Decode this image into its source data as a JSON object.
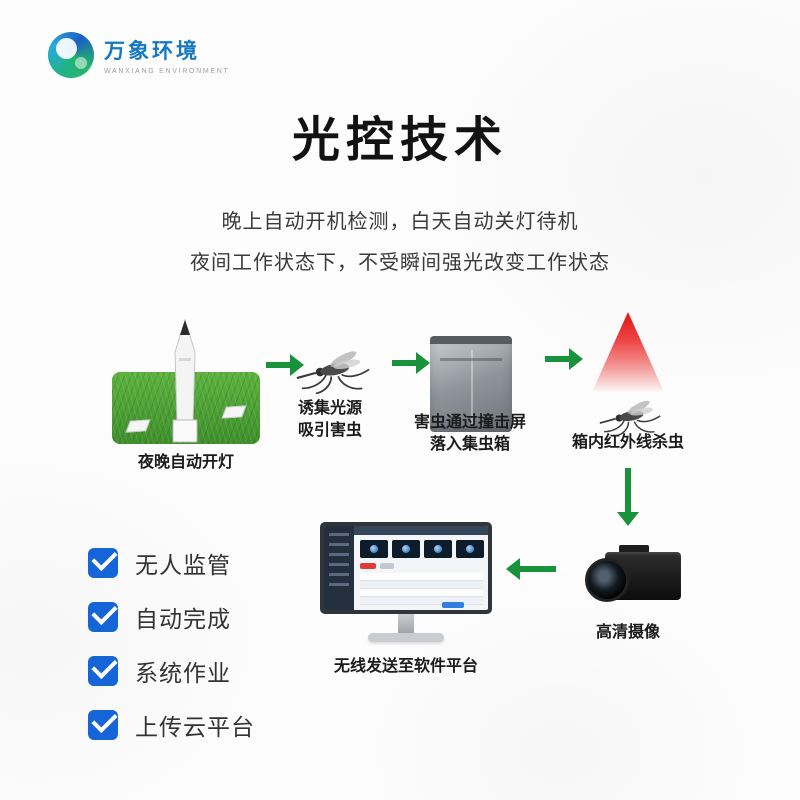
{
  "logo": {
    "name": "万象环境",
    "subtitle": "WANXIANG ENVIRONMENT"
  },
  "title": "光控技术",
  "description": {
    "line1": "晚上自动开机检测，白天自动关灯待机",
    "line2": "夜间工作状态下，不受瞬间强光改变工作状态"
  },
  "flow": {
    "step1": {
      "label": "夜晚自动开灯"
    },
    "step2": {
      "line1": "诱集光源",
      "line2": "吸引害虫"
    },
    "step3": {
      "line1": "害虫通过撞击屏",
      "line2": "落入集虫箱"
    },
    "step4": {
      "label": "箱内红外线杀虫"
    },
    "camera": {
      "label": "高清摄像"
    },
    "platform": {
      "label": "无线发送至软件平台"
    }
  },
  "checklist": [
    "无人监管",
    "自动完成",
    "系统作业",
    "上传云平台"
  ],
  "colors": {
    "accent_green": "#18933c",
    "check_blue": "#1565d9",
    "logo_blue": "#1677c2",
    "triangle_red": "#df1414"
  }
}
